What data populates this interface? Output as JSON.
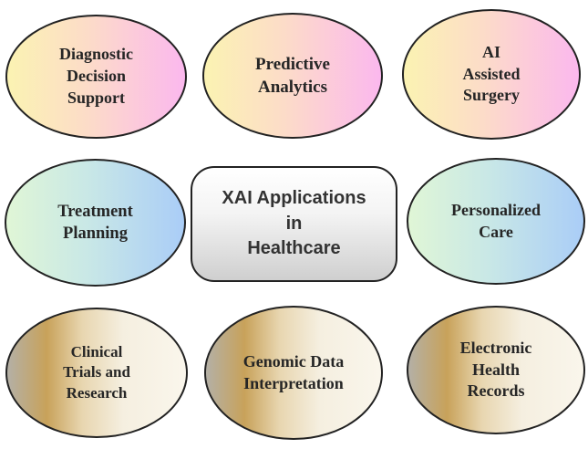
{
  "diagram": {
    "center": {
      "label": "XAI Applications\nin\nHealthcare"
    },
    "nodes": [
      {
        "id": "diagnostic-decision-support",
        "label": "Diagnostic\nDecision\nSupport"
      },
      {
        "id": "predictive-analytics",
        "label": "Predictive\nAnalytics"
      },
      {
        "id": "ai-assisted-surgery",
        "label": "AI\nAssisted\nSurgery"
      },
      {
        "id": "treatment-planning",
        "label": "Treatment\nPlanning"
      },
      {
        "id": "personalized-care",
        "label": "Personalized\nCare"
      },
      {
        "id": "clinical-trials-and-research",
        "label": "Clinical\nTrials and\nResearch"
      },
      {
        "id": "genomic-data-interpretation",
        "label": "Genomic Data\nInterpretation"
      },
      {
        "id": "electronic-health-records",
        "label": "Electronic\nHealth\nRecords"
      }
    ],
    "colors": {
      "row1": [
        "#fbf3b2",
        "#fbb8ee"
      ],
      "row2": [
        "#e0f6d6",
        "#aacdf7"
      ],
      "row3": [
        "#c8a25a",
        "#faf6ec"
      ],
      "outline": "#222222",
      "text": "#262626"
    }
  }
}
